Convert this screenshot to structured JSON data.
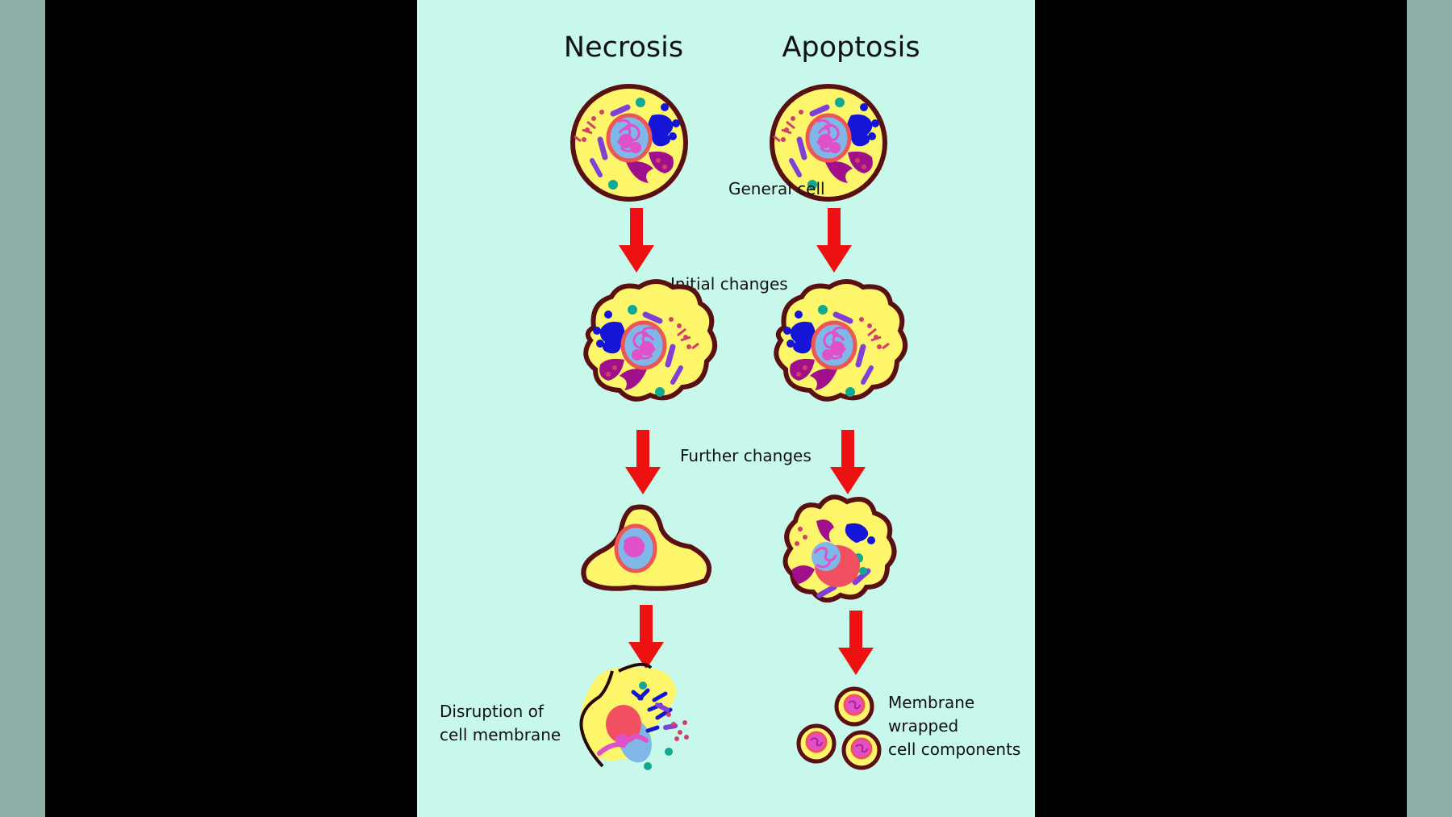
{
  "titles": {
    "necrosis": "Necrosis",
    "apoptosis": "Apoptosis"
  },
  "labels": {
    "general_cell": "General cell",
    "initial_changes": "Initial changes",
    "further_changes": "Further changes",
    "disruption_line1": "Disruption of",
    "disruption_line2": "cell membrane",
    "membrane_line1": "Membrane",
    "membrane_line2": "wrapped",
    "membrane_line3": "cell components"
  },
  "colors": {
    "background": "#c8f7ec",
    "cytoplasm": "#fdf56a",
    "membrane": "#5a1010",
    "arrow": "#ee1111",
    "nucleus_fill": "#7fb8e8",
    "nuclear_envelope": "#ee5555",
    "chromatin": "#e050c8",
    "er": "#1515d8",
    "golgi": "#a0108a",
    "mitochondria": "#8040d8",
    "vesicle": "#10a890",
    "ribosome": "#d04068"
  }
}
